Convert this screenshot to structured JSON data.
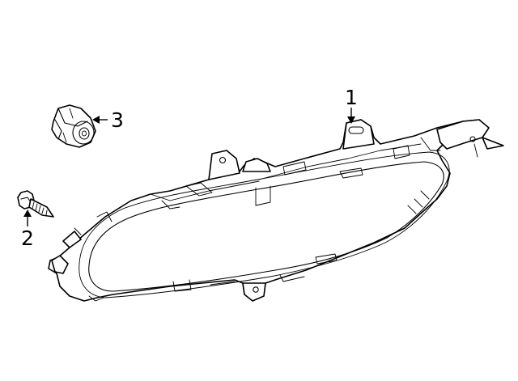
{
  "callouts": [
    {
      "number": "1",
      "part": "fog-lamp-assembly"
    },
    {
      "number": "2",
      "part": "screw"
    },
    {
      "number": "3",
      "part": "bulb-socket"
    }
  ]
}
